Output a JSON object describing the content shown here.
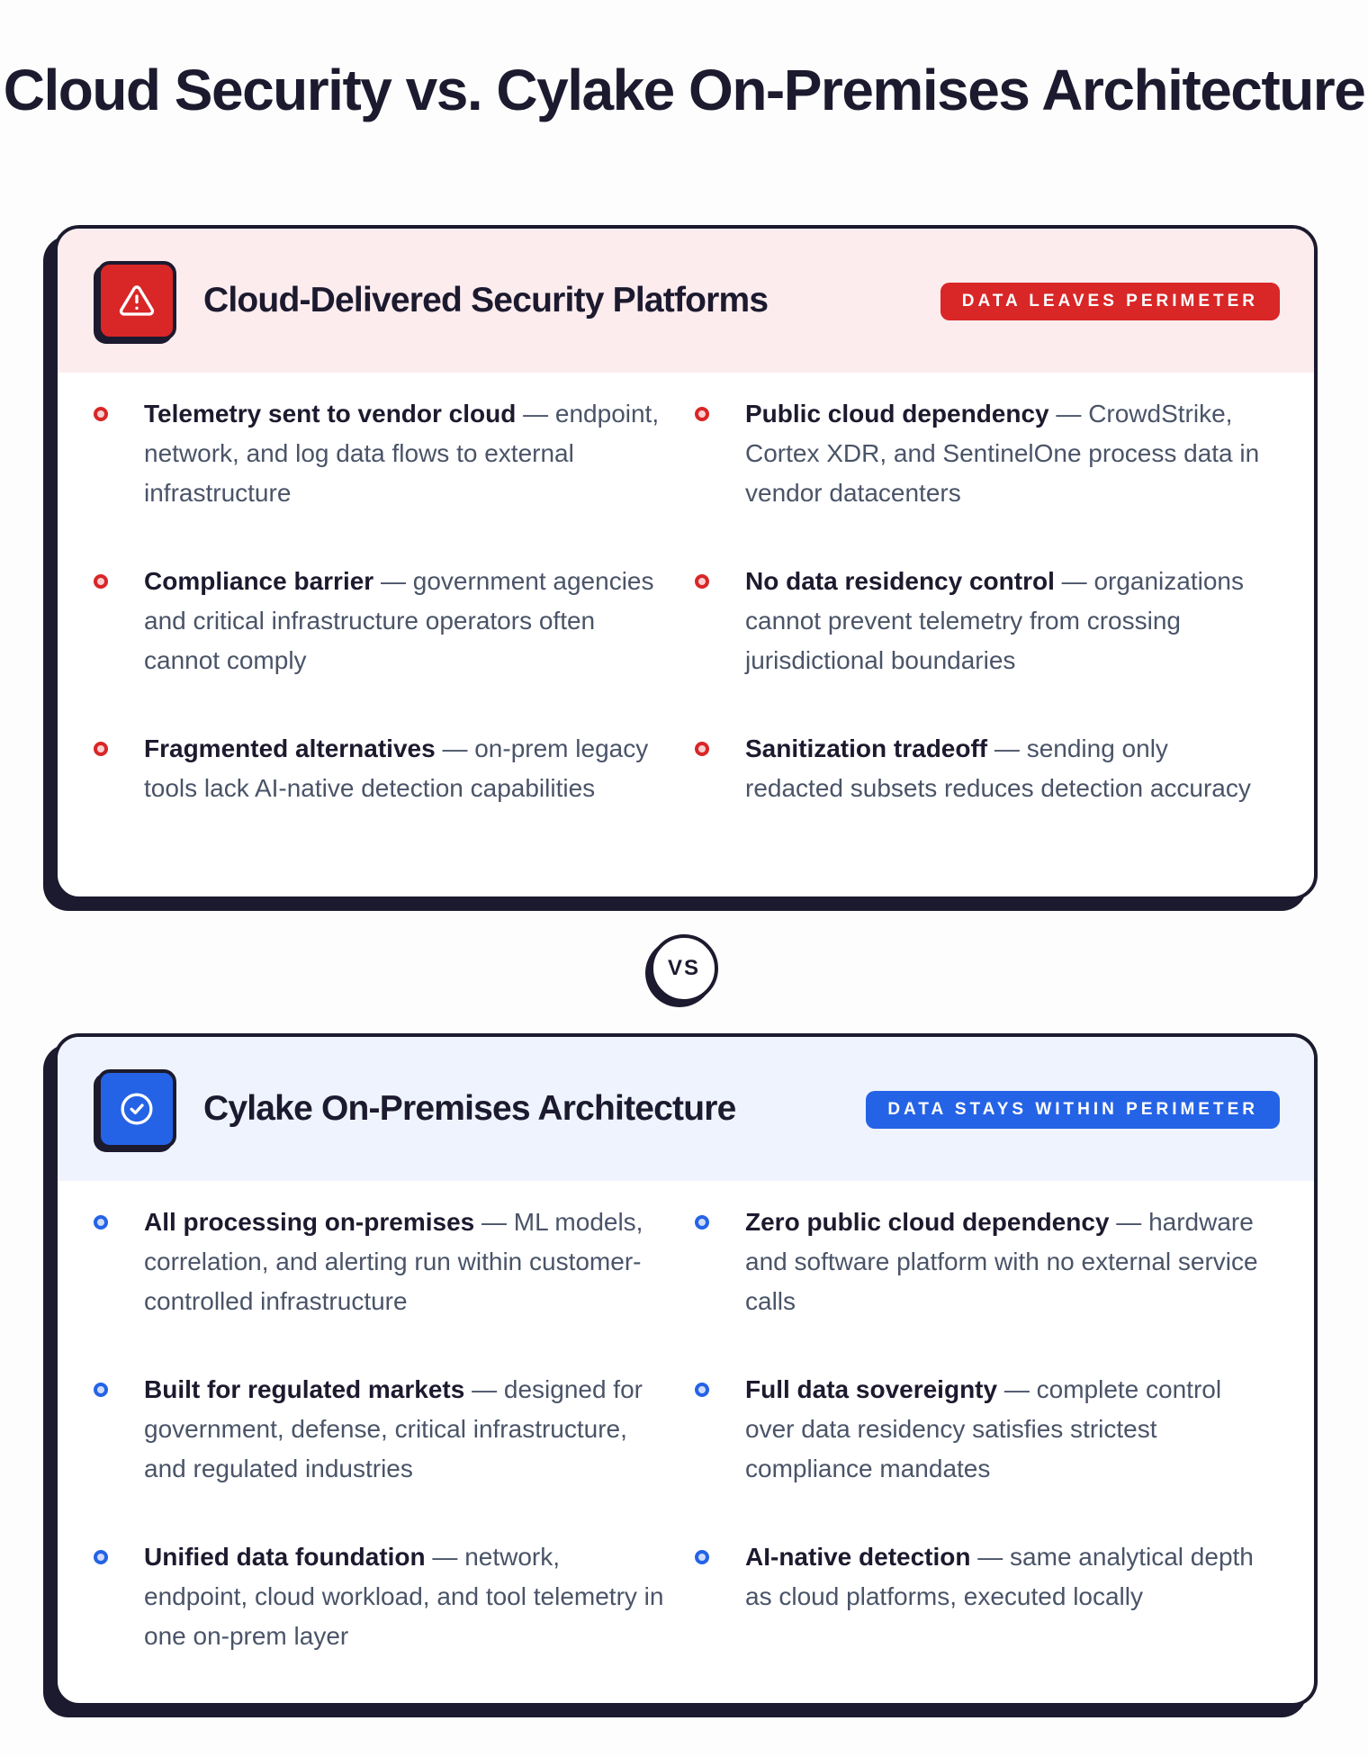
{
  "page": {
    "title": "Cloud Security vs. Cylake On-Premises Architecture"
  },
  "colors": {
    "ink": "#1c1a2e",
    "cloud_accent": "#d92627",
    "cloud_header_bg": "#fcecee",
    "onprem_accent": "#2563e6",
    "onprem_header_bg": "#eef3fd",
    "body_text": "#4a5468"
  },
  "cloud": {
    "icon": "warning-triangle-icon",
    "title": "Cloud-Delivered Security Platforms",
    "badge": "DATA LEAVES PERIMETER",
    "items": [
      {
        "lead": "Telemetry sent to vendor cloud",
        "dash": " — ",
        "text": "endpoint, network, and log data flows to external infrastructure"
      },
      {
        "lead": "Public cloud dependency",
        "dash": " — ",
        "text": "CrowdStrike, Cortex XDR, and SentinelOne process data in vendor datacenters"
      },
      {
        "lead": "Compliance barrier",
        "dash": " — ",
        "text": "government agencies and critical infrastructure operators often cannot comply"
      },
      {
        "lead": "No data residency control",
        "dash": " — ",
        "text": "organizations cannot prevent telemetry from crossing jurisdictional boundaries"
      },
      {
        "lead": "Fragmented alternatives",
        "dash": " — ",
        "text": "on-prem legacy tools lack AI-native detection capabilities"
      },
      {
        "lead": "Sanitization tradeoff",
        "dash": " — ",
        "text": "sending only redacted subsets reduces detection accuracy"
      }
    ]
  },
  "divider": {
    "label": "VS"
  },
  "onprem": {
    "icon": "check-circle-icon",
    "title": "Cylake On-Premises Architecture",
    "badge": "DATA STAYS WITHIN PERIMETER",
    "items": [
      {
        "lead": "All processing on-premises",
        "dash": " — ",
        "text": "ML models, correlation, and alerting run within customer-controlled infrastructure"
      },
      {
        "lead": "Zero public cloud dependency",
        "dash": " — ",
        "text": "hardware and software platform with no external service calls"
      },
      {
        "lead": "Built for regulated markets",
        "dash": " — ",
        "text": "designed for government, defense, critical infrastructure, and regulated industries"
      },
      {
        "lead": "Full data sovereignty",
        "dash": " — ",
        "text": "complete control over data residency satisfies strictest compliance mandates"
      },
      {
        "lead": "Unified data foundation",
        "dash": " — ",
        "text": "network, endpoint, cloud workload, and tool telemetry in one on-prem layer"
      },
      {
        "lead": "AI-native detection",
        "dash": " — ",
        "text": "same analytical depth as cloud platforms, executed locally"
      }
    ]
  }
}
